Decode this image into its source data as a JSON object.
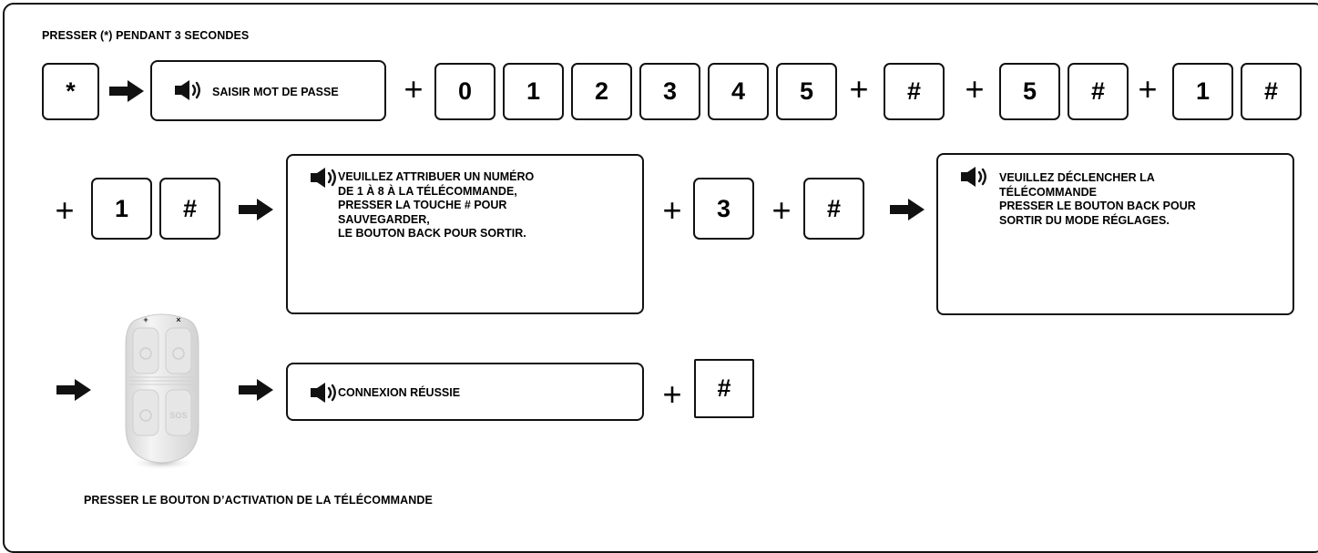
{
  "header": {
    "caption": "PRESSER (*) PENDANT 3 SECONDES"
  },
  "row1": {
    "star_key": "*",
    "prompt": "SAISIR MOT DE PASSE",
    "password_keys": [
      "0",
      "1",
      "2",
      "3",
      "4",
      "5"
    ],
    "hash_key": "#",
    "key_5": "5",
    "hash_key_2": "#",
    "key_1": "1",
    "hash_key_3": "#",
    "plus": "+"
  },
  "row2": {
    "key_1": "1",
    "hash_key": "#",
    "prompt_lines": [
      "VEUILLEZ ATTRIBUER UN NUMÉRO",
      "DE 1 À 8 À LA TÉLÉCOMMANDE,",
      "PRESSER LA TOUCHE # POUR",
      "SAUVEGARDER,",
      "LE BOUTON BACK POUR SORTIR."
    ],
    "key_3": "3",
    "hash_key_2": "#",
    "prompt2_lines": [
      "VEUILLEZ DÉCLENCHER LA",
      "TÉLÉCOMMANDE",
      "PRESSER LE BOUTON BACK POUR",
      "SORTIR DU MODE RÉGLAGES."
    ],
    "plus": "+"
  },
  "row3": {
    "remote_top_symbols": [
      "+",
      "×"
    ],
    "remote_sos_label": "SOS",
    "prompt": "CONNEXION RÉUSSIE",
    "hash_key": "#",
    "plus": "+"
  },
  "footer": {
    "caption": "PRESSER LE BOUTON D’ACTIVATION DE LA TÉLÉCOMMANDE"
  },
  "icons": {
    "arrow": "right-arrow-icon",
    "speaker": "speaker-icon",
    "remote": "remote-control-icon"
  },
  "colors": {
    "ink": "#111111",
    "remote_body": "#ececec",
    "remote_button": "#e2e2e2"
  }
}
